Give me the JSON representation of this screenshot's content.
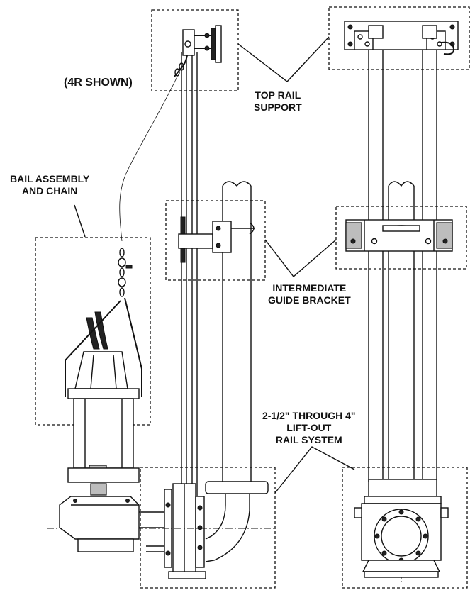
{
  "labels": {
    "model_shown": "(4R SHOWN)",
    "top_rail_support": [
      "TOP RAIL",
      "SUPPORT"
    ],
    "bail_assembly": [
      "BAIL ASSEMBLY",
      "AND CHAIN"
    ],
    "intermediate_bracket": [
      "INTERMEDIATE",
      "GUIDE BRACKET"
    ],
    "rail_system": [
      "2-1/2\" THROUGH 4\"",
      "LIFT-OUT",
      "RAIL SYSTEM"
    ]
  }
}
